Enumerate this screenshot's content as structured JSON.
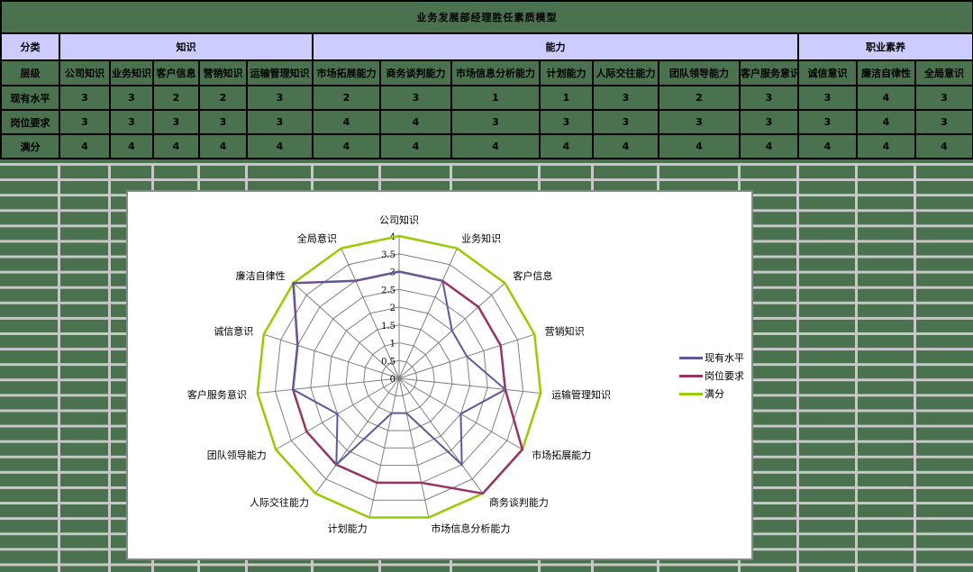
{
  "title": "业务发展部经理胜任素质模型",
  "table": {
    "category_label": "分类",
    "categories": [
      {
        "label": "知识",
        "span": 5
      },
      {
        "label": "能力",
        "span": 7
      },
      {
        "label": "职业素养",
        "span": 4
      }
    ],
    "header_label": "层级",
    "columns": [
      "公司知识",
      "业务知识",
      "客户信息",
      "营销知识",
      "运输管理知识",
      "市场拓展能力",
      "商务谈判能力",
      "市场信息分析能力",
      "计划能力",
      "人际交往能力",
      "团队领导能力",
      "客户服务意识",
      "诚信意识",
      "廉洁自律性",
      "全局意识"
    ],
    "rows": [
      {
        "label": "现有水平",
        "values": [
          3,
          3,
          2,
          2,
          3,
          2,
          3,
          1,
          1,
          3,
          2,
          3,
          3,
          4,
          3
        ]
      },
      {
        "label": "岗位要求",
        "values": [
          3,
          3,
          3,
          3,
          3,
          4,
          4,
          3,
          3,
          3,
          3,
          3,
          3,
          4,
          3
        ]
      },
      {
        "label": "满分",
        "values": [
          4,
          4,
          4,
          4,
          4,
          4,
          4,
          4,
          4,
          4,
          4,
          4,
          4,
          4,
          4
        ]
      }
    ]
  },
  "chart_data": {
    "type": "radar",
    "title": "",
    "categories": [
      "公司知识",
      "业务知识",
      "客户信息",
      "营销知识",
      "运输管理知识",
      "市场拓展能力",
      "商务谈判能力",
      "市场信息分析能力",
      "计划能力",
      "人际交往能力",
      "团队领导能力",
      "客户服务意识",
      "诚信意识",
      "廉洁自律性",
      "全局意识"
    ],
    "series": [
      {
        "name": "现有水平",
        "color": "#5b5b9c",
        "values": [
          3,
          3,
          2,
          2,
          3,
          2,
          3,
          1,
          1,
          3,
          2,
          3,
          3,
          4,
          3
        ]
      },
      {
        "name": "岗位要求",
        "color": "#993366",
        "values": [
          3,
          3,
          3,
          3,
          3,
          4,
          4,
          3,
          3,
          3,
          3,
          3,
          3,
          4,
          3
        ]
      },
      {
        "name": "满分",
        "color": "#99cc00",
        "values": [
          4,
          4,
          4,
          4,
          4,
          4,
          4,
          4,
          4,
          4,
          4,
          4,
          4,
          4,
          4
        ]
      }
    ],
    "rlim": [
      0,
      4
    ],
    "ticks": [
      "0",
      "0.5",
      "1",
      "1.5",
      "2",
      "2.5",
      "3",
      "3.5",
      "4"
    ],
    "grid": true,
    "legend_position": "right"
  },
  "colors": {
    "sheet_bg": "#4a724f",
    "category_bg": "#ccccff",
    "gridline": "#c8c8c8"
  }
}
